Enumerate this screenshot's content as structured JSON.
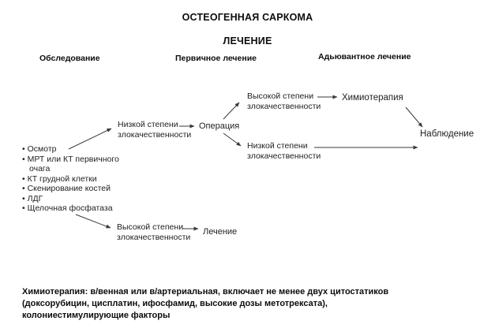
{
  "title": {
    "line1": "ОСТЕОГЕННАЯ САРКОМА",
    "line2": "ЛЕЧЕНИЕ"
  },
  "columns": {
    "examination": "Обследование",
    "primary": "Первичное лечение",
    "adjuvant": "Адьювантное лечение"
  },
  "exam": {
    "items": [
      "Осмотр",
      "МРТ или КТ первичного очага",
      "КТ грудной клетки",
      "Скенирование костей",
      "ЛДГ",
      "Щелочная фосфатаза"
    ]
  },
  "nodes": {
    "low_grade_1": {
      "line1": "Низкой степени",
      "line2": "злокачественности"
    },
    "operation": {
      "label": "Операция"
    },
    "high_grade_top": {
      "line1": "Высокой степени",
      "line2": "злокачественности"
    },
    "chemotherapy": {
      "label": "Химиотерапия"
    },
    "observation": {
      "label": "Наблюдение"
    },
    "low_grade_2": {
      "line1": "Низкой степени",
      "line2": "злокачественности"
    },
    "high_grade_bottom": {
      "line1": "Высокой степени",
      "line2": "злокачественности"
    },
    "treatment": {
      "label": "Лечение"
    }
  },
  "edges": [
    {
      "from": "examination-list",
      "to": "low-grade-1"
    },
    {
      "from": "low-grade-1",
      "to": "operation"
    },
    {
      "from": "operation",
      "to": "high-grade-top"
    },
    {
      "from": "operation",
      "to": "low-grade-2"
    },
    {
      "from": "high-grade-top",
      "to": "chemotherapy"
    },
    {
      "from": "chemotherapy",
      "to": "observation"
    },
    {
      "from": "low-grade-2",
      "to": "observation"
    },
    {
      "from": "examination-list",
      "to": "high-grade-bottom"
    },
    {
      "from": "high-grade-bottom",
      "to": "treatment"
    }
  ],
  "footnote": {
    "lines": [
      "Химиотерапия: в/венная или в/артериальная, включает не менее двух цитостатиков",
      "(доксорубицин, цисплатин, ифосфамид, высокие дозы метотрексата),",
      "колониестимулирующие факторы"
    ]
  },
  "colors": {
    "background": "#ffffff",
    "text": "#0d0d0d",
    "node_text": "#222222",
    "arrow": "#3a3a3a"
  }
}
